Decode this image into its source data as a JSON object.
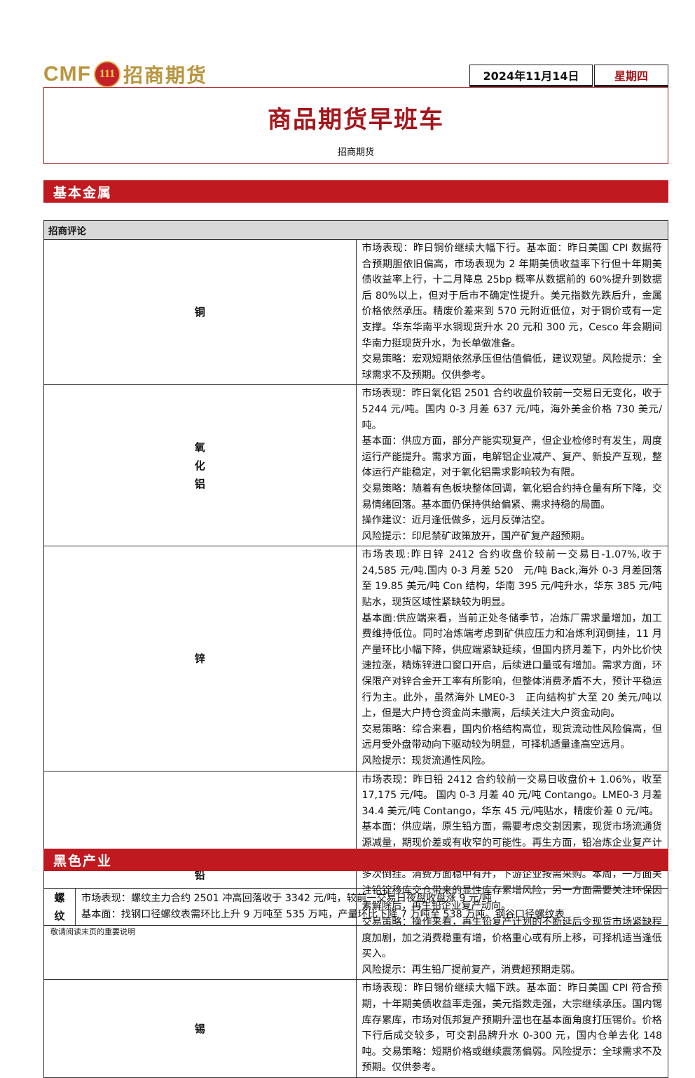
{
  "header": {
    "logo_cmf": "CMF",
    "logo_seal": "111",
    "logo_cn": "招商期货",
    "date": "2024年11月14日",
    "weekday": "星期四",
    "title": "商品期货早班车",
    "subtitle": "招商期货"
  },
  "sections": [
    {
      "title": "基本金属",
      "table_header": "招商评论",
      "rows": [
        {
          "label": "铜",
          "paragraphs": [
            "市场表现：昨日铜价继续大幅下行。基本面：昨日美国 CPI 数据符合预期胆依旧偏高，市场表现为 2 年期美债收益率下行但十年期美债收益率上行，十二月降息 25bp 概率从数据前的 60%提升到数据后 80%以上，但对于后市不确定性提升。美元指数先跌后升，金属价格依然承压。精废价差来到 570 元附近低位，对于铜价或有一定支撑。华东华南平水铜现货升水 20 元和 300 元，Cesco 年会期间华南力挺现货升水，为长单做准备。",
            "交易策略：宏观短期依然承压但估值偏低，建议观望。风险提示：全球需求不及预期。仅供参考。"
          ]
        },
        {
          "label": "氧化铝",
          "paragraphs": [
            "市场表现：昨日氧化铝 2501 合约收盘价较前一交易日无变化，收于 5244 元/吨。国内 0-3 月差 637 元/吨，海外美金价格 730 美元/吨。",
            "基本面：供应方面，部分产能实现复产，但企业检修时有发生，周度运行产能提升。需求方面，电解铝企业减产、复产、新投产互现，整体运行产能稳定，对于氧化铝需求影响较为有限。",
            "交易策略：随着有色板块整体回调，氧化铝合约持仓量有所下降，交易情绪回落。基本面仍保持供给偏紧、需求持稳的局面。",
            "操作建议：近月逢低做多，远月反弹沽空。",
            "风险提示：印尼禁矿政策放开，国产矿复产超预期。"
          ]
        },
        {
          "label": "锌",
          "paragraphs": [
            "市场表现:昨日锌 2412 合约收盘价较前一交易日-1.07%,收于 24,585 元/吨.国内 0-3 月差 520　元/吨 Back,海外 0-3 月差回落至 19.85 美元/吨 Con 结构，华南 395 元/吨升水，华东 385 元/吨贴水，现货区域性紧缺较为明显。",
            "基本面:供应端来看，当前正处冬储季节，冶炼厂需求量增加，加工费维持低位。同时冶炼端考虑到矿供应压力和冶炼利润倒挂，11 月产量环比小幅下降，供应端紧缺延续，但国内挤月差下，内外比价快速拉涨，精炼锌进口窗口开启，后续进口量或有增加。需求方面，环保限产对锌合金开工率有所影响，但整体消费矛盾不大，预计平稳运行为主。此外，虽然海外 LME0-3　正向结构扩大至 20 美元/吨以上，但是大户持仓资金尚未撤离，后续关注大户资金动向。",
            "交易策略：综合来看，国内价格结构高位，现货流动性风险偏高，但远月受外盘带动向下驱动较为明显，可择机适量逢高空远月。",
            "风险提示：现货流通性风险。"
          ]
        },
        {
          "label": "铅",
          "paragraphs": [
            "市场表现：昨日铅 2412 合约较前一交易日收盘价+ 1.06%，收至 17,175 元/吨。 国内 0-3 月差 40 元/吨 Contango。LME0-3 月差 34.4 美元/吨 Contango，华东 45 元/吨贴水，精废价差 0 元/吨。",
            "基本面：供应端，原生铅方面，需要考虑交割因素，现货市场流通货源减量，期现价差或有收窄的可能性。再生方面，铅冶炼企业复产计划不断推后，加之再生铅利润修复有限，炼厂多挺价出货，精废价格多次倒挂。消费方面稳中有升，下游企业按需采购。本周，一方面关注铅锭移库交仓带来的显性库存累增风险，另一方面需要关注环保因素解除后，再生铅企业复产动向。",
            "交易策略：操作来看，再生铅复产计划的不断延后令现货市场紧缺程度加剧，加之消费稳重有增，价格重心或有所上移，可择机适当逢低买入。",
            "风险提示：再生铅厂提前复产，消费超预期走弱。"
          ]
        },
        {
          "label": "锡",
          "paragraphs": [
            "市场表现：昨日锡价继续大幅下跌。基本面：昨日美国 CPI 符合预期，十年期美债收益率走强，美元指数走强，大宗继续承压。国内锡库存累库，市场对佤邦复产预期升温也在基本面角度打压锡价。价格下行后成交较多，可交割品牌升水 0-300 元，国内仓单去化 148 吨。交易策略：短期价格或继续震荡偏弱。风险提示：全球需求不及预期。仅供参考。"
          ]
        }
      ]
    },
    {
      "title": "黑色产业",
      "rows": [
        {
          "label": "螺纹",
          "paragraphs": [
            "市场表现：螺纹主力合约 2501 冲高回落收于 3342 元/吨，较前一交易日夜盘收盘涨 9 元/吨",
            "基本面：找钢口径螺纹表需环比上升 9 万吨至 535 万吨，产量环比下降 7 万吨至 538 万吨。钢谷口径螺纹表"
          ]
        }
      ]
    }
  ],
  "footer": "敬请阅读末页的重要说明"
}
